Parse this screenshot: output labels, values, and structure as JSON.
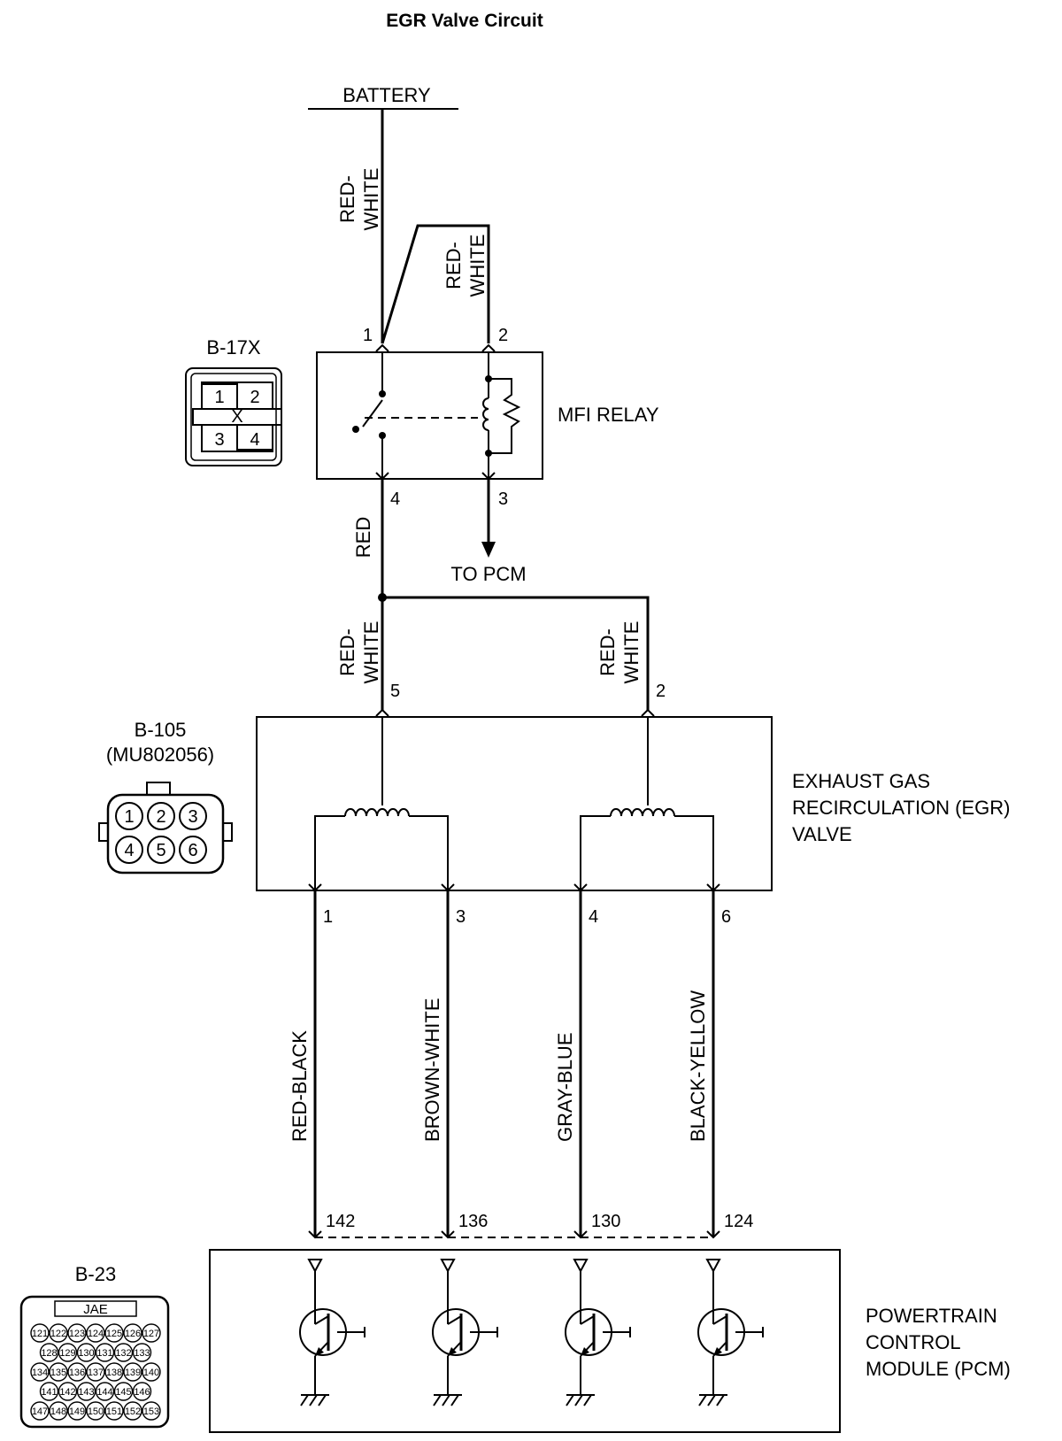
{
  "title": "EGR Valve Circuit",
  "battery": "BATTERY",
  "mfi_relay": {
    "label": "MFI RELAY",
    "pins": [
      "1",
      "2",
      "3",
      "4"
    ],
    "to_pcm": "TO PCM"
  },
  "wires": {
    "batt_to_pin1": "RED-\nWHITE",
    "to_pin2": "RED-\nWHITE",
    "pin4_out": "RED",
    "egr_pin5": "RED-\nWHITE",
    "egr_pin2": "RED-\nWHITE",
    "egr_out": [
      "RED-BLACK",
      "BROWN-WHITE",
      "GRAY-BLUE",
      "BLACK-YELLOW"
    ]
  },
  "egr_valve": {
    "label_lines": [
      "EXHAUST GAS",
      "RECIRCULATION (EGR)",
      "VALVE"
    ],
    "top_pins": [
      "5",
      "2"
    ],
    "bottom_pins": [
      "1",
      "3",
      "4",
      "6"
    ]
  },
  "pcm": {
    "label_lines": [
      "POWERTRAIN",
      "CONTROL",
      "MODULE (PCM)"
    ],
    "pins": [
      "142",
      "136",
      "130",
      "124"
    ]
  },
  "connectors": {
    "b17x": {
      "name": "B-17X",
      "pins": [
        "1",
        "2",
        "3",
        "4"
      ]
    },
    "b105": {
      "name": "B-105",
      "part": "(MU802056)",
      "pins": [
        "1",
        "2",
        "3",
        "4",
        "5",
        "6"
      ]
    },
    "b23": {
      "name": "B-23",
      "maker": "JAE",
      "rows": [
        [
          "121",
          "122",
          "123",
          "124",
          "125",
          "126",
          "127"
        ],
        [
          "128",
          "129",
          "130",
          "131",
          "132",
          "133"
        ],
        [
          "134",
          "135",
          "136",
          "137",
          "138",
          "139",
          "140"
        ],
        [
          "141",
          "142",
          "143",
          "144",
          "145",
          "146"
        ],
        [
          "147",
          "148",
          "149",
          "150",
          "151",
          "152",
          "153"
        ]
      ]
    }
  }
}
